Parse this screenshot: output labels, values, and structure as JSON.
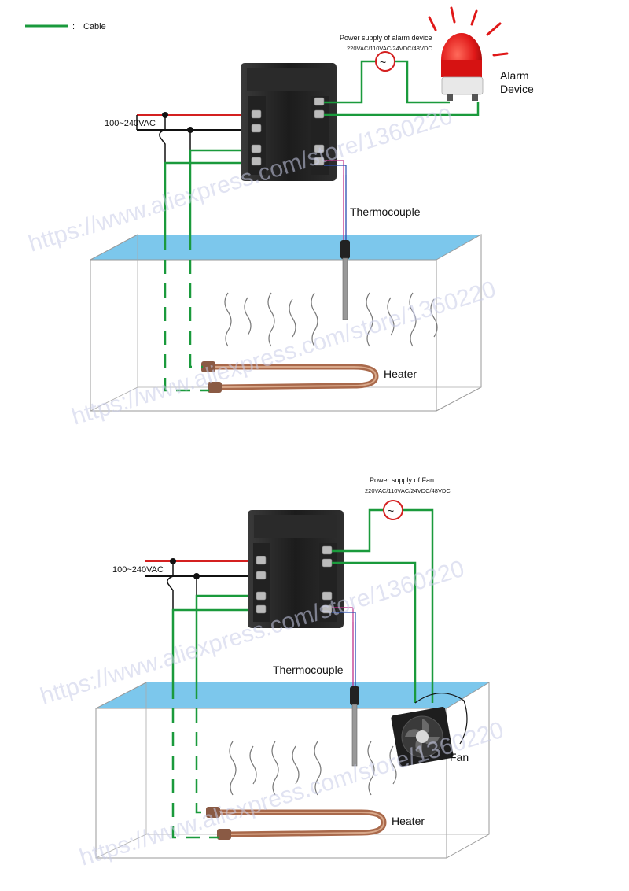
{
  "legend": {
    "separator": ":",
    "label": "Cable"
  },
  "colors": {
    "cable": "#1a9a3c",
    "live": "#d42020",
    "neutral": "#111111",
    "water": "#7cc7ec",
    "tc_pink": "#c0308a",
    "tc_blue": "#2a4fb0",
    "copper": "#b47a5a",
    "alarm_red": "#e01818"
  },
  "diagram1": {
    "voltage": "100~240VAC",
    "power_title": "Power supply  of alarm device",
    "power_spec": "220VAC/110VAC/24VDC/48VDC",
    "ac_symbol": "~",
    "device_line1": "Alarm",
    "device_line2": "Device",
    "thermocouple": "Thermocouple",
    "heater": "Heater"
  },
  "diagram2": {
    "voltage": "100~240VAC",
    "power_title": "Power supply  of Fan",
    "power_spec": "220VAC/110VAC/24VDC/48VDC",
    "ac_symbol": "~",
    "thermocouple": "Thermocouple",
    "heater": "Heater",
    "fan": "Fan"
  },
  "watermark": "https://www.aliexpress.com/store/1360220"
}
